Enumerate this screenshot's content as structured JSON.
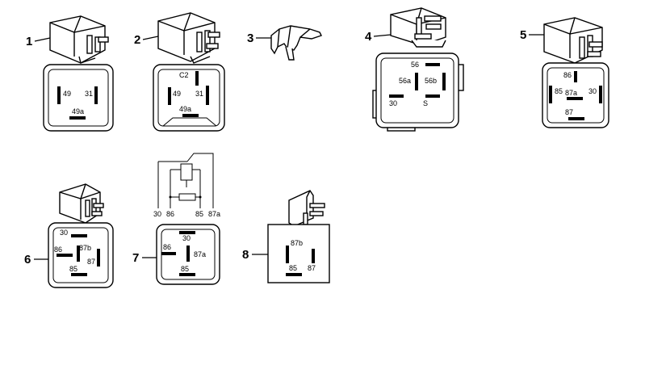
{
  "items": [
    {
      "number": "1",
      "pins": [
        "49",
        "31",
        "49a"
      ]
    },
    {
      "number": "2",
      "pins": [
        "C2",
        "49",
        "31",
        "49a"
      ]
    },
    {
      "number": "3",
      "pins": []
    },
    {
      "number": "4",
      "pins": [
        "56",
        "56a",
        "56b",
        "30",
        "S"
      ]
    },
    {
      "number": "5",
      "pins": [
        "86",
        "85",
        "87a",
        "30",
        "87"
      ]
    },
    {
      "number": "6",
      "pins": [
        "30",
        "86",
        "87b",
        "85",
        "87"
      ]
    },
    {
      "number": "7",
      "pins": [
        "30",
        "86",
        "87a",
        "85"
      ],
      "schematic_labels": [
        "30",
        "86",
        "85",
        "87a"
      ]
    },
    {
      "number": "8",
      "pins": [
        "87b",
        "85",
        "87"
      ]
    }
  ]
}
